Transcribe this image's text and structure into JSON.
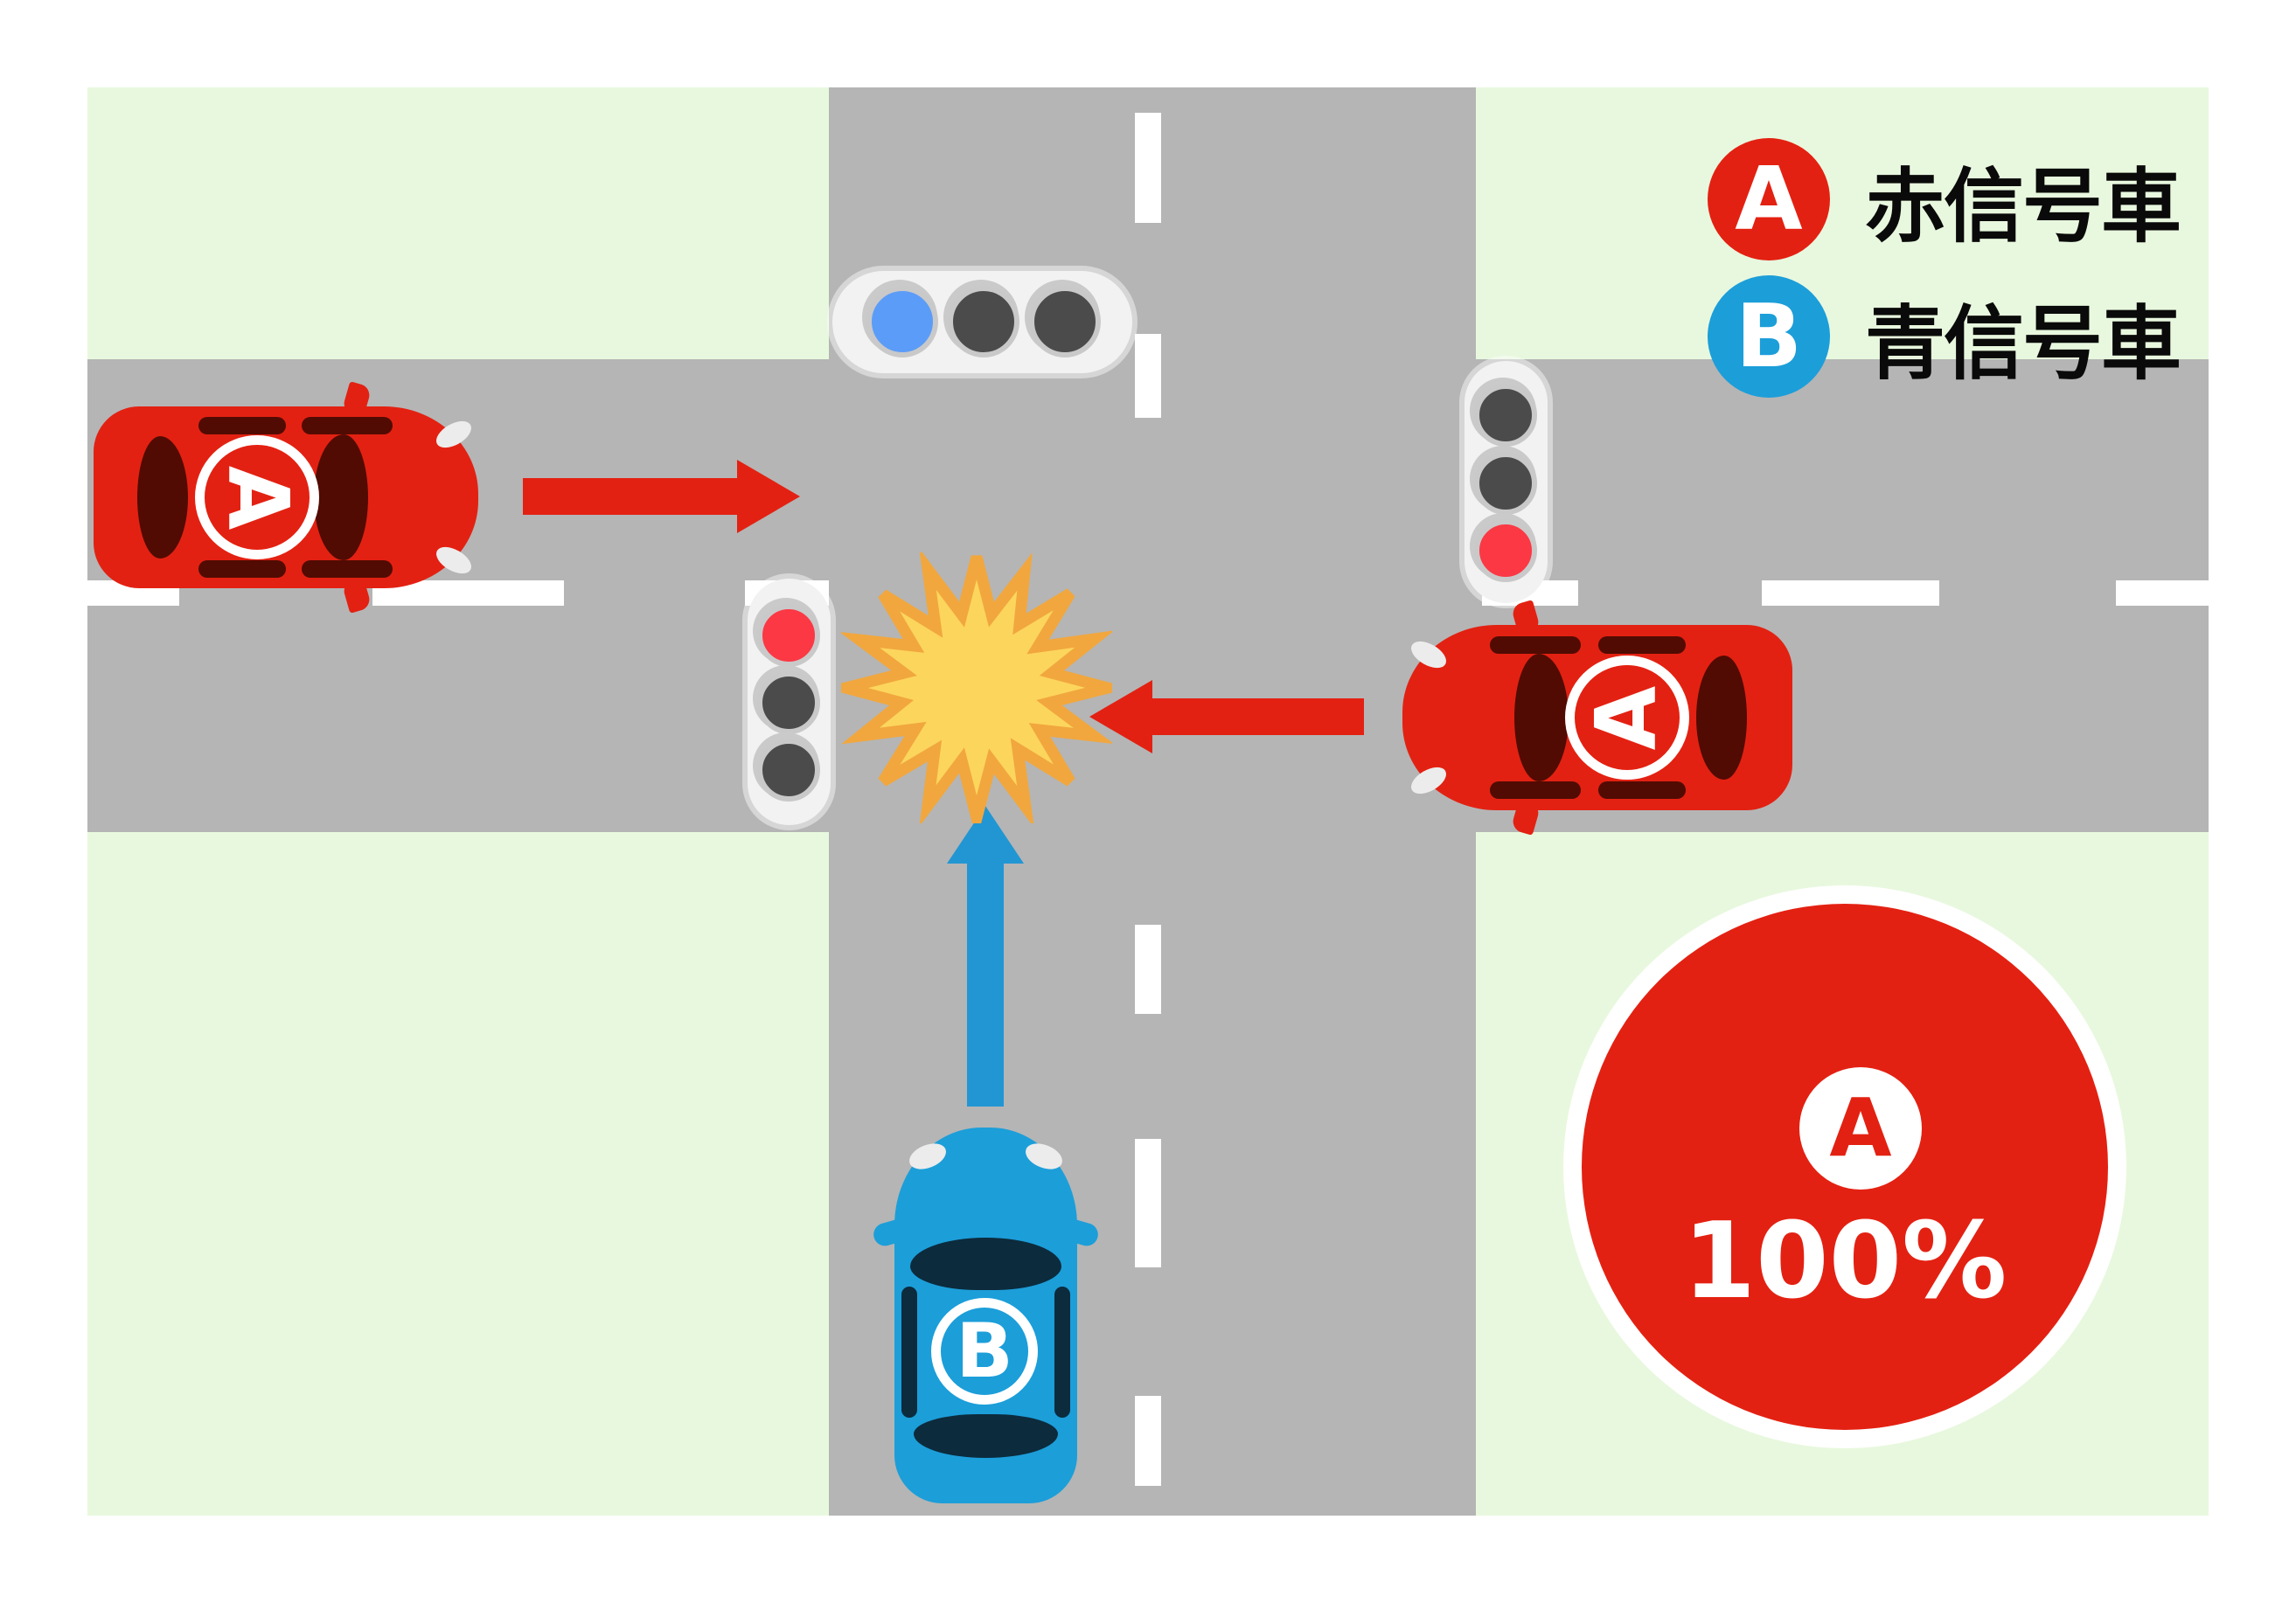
{
  "legend": {
    "items": [
      {
        "badge": "A",
        "label": "赤信号車"
      },
      {
        "badge": "B",
        "label": "青信号車"
      }
    ]
  },
  "vehicles": {
    "car_a_west": {
      "label": "A",
      "color": "#e32112",
      "heading": "east"
    },
    "car_a_east": {
      "label": "A",
      "color": "#e32112",
      "heading": "west"
    },
    "car_b_south": {
      "label": "B",
      "color": "#1c9ed9",
      "heading": "north"
    }
  },
  "traffic_lights": {
    "north": {
      "lit": "blue"
    },
    "west": {
      "lit": "red"
    },
    "east": {
      "lit": "red"
    }
  },
  "fault": {
    "badge": "A",
    "percent": "100%"
  },
  "colors": {
    "background": "#ffffff",
    "grass": "#e8f8de",
    "road": "#b5b5b5",
    "lane_marking": "#ffffff",
    "red": "#e32112",
    "blue": "#1c9ed9",
    "lamp_red": "#fb3844",
    "lamp_blue": "#5b9cf8",
    "lamp_off": "#4b4b4b",
    "signal_housing": "#f2f2f2",
    "red_car_window": "#510b02",
    "blue_car_window": "#0c2b3d",
    "star_fill": "#fcd55d",
    "star_stroke": "#f1a73e"
  }
}
